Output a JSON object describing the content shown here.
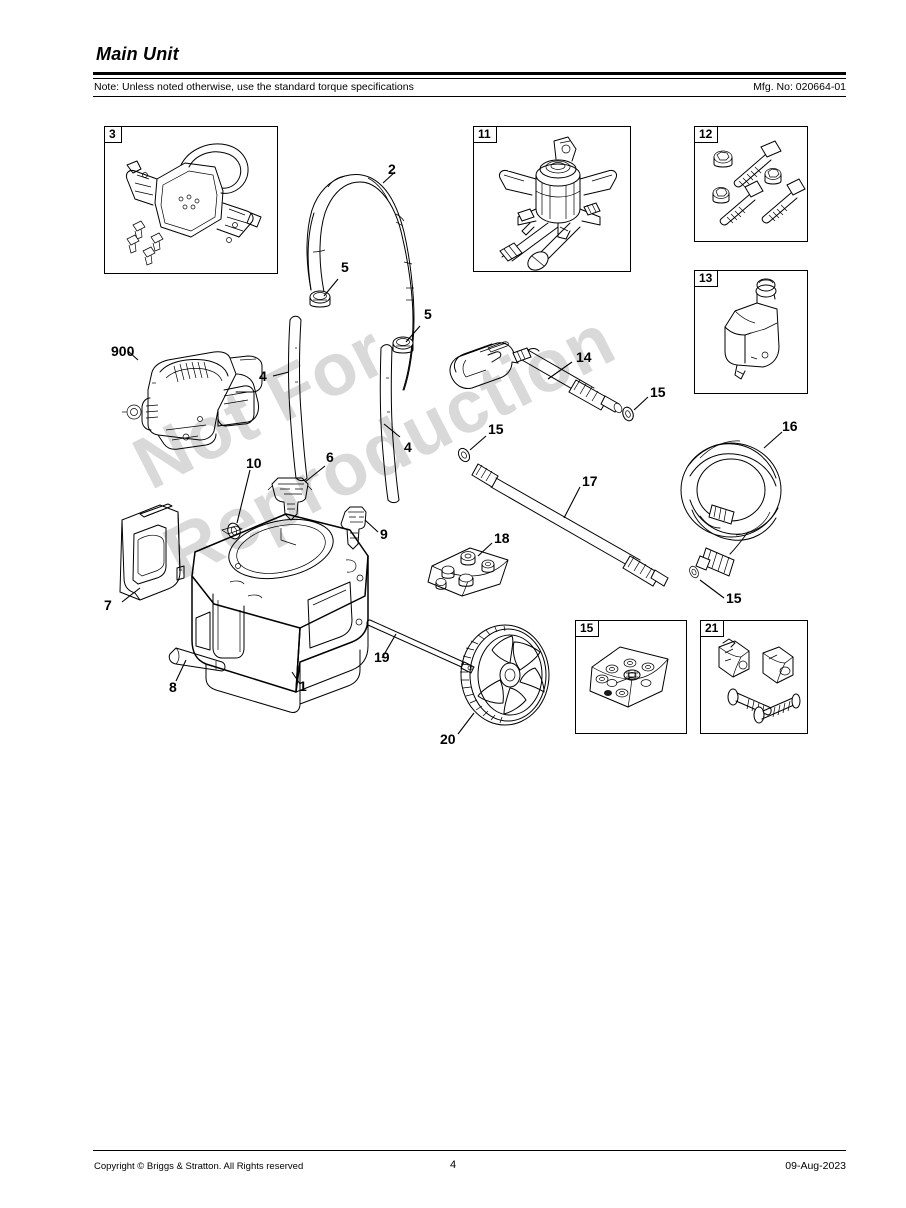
{
  "header": {
    "title": "Main Unit",
    "note": "Note: Unless noted otherwise, use the standard torque specifications",
    "mfg": "Mfg. No: 020664-01"
  },
  "footer": {
    "copyright": "Copyright ©  Briggs & Stratton. All Rights reserved",
    "page": "4",
    "date": "09-Aug-2023"
  },
  "watermark": {
    "line1": "Not For",
    "line2": "Reproduction"
  },
  "inset_boxes": [
    {
      "tag": "3",
      "content": "handle-bracket-assembly-with-bolts"
    },
    {
      "tag": "11",
      "content": "pump-assembly"
    },
    {
      "tag": "12",
      "content": "bolts-and-flange-nuts"
    },
    {
      "tag": "13",
      "content": "detergent-tank-with-cap"
    },
    {
      "tag": "15",
      "content": "o-ring-kit-card"
    },
    {
      "tag": "21",
      "content": "clamps-and-bolts"
    }
  ],
  "callouts": [
    {
      "id": "900",
      "part": "engine-assembly"
    },
    {
      "id": "2",
      "part": "upper-handle"
    },
    {
      "id": "5",
      "part": "handle-end-cap"
    },
    {
      "id": "5",
      "part": "handle-end-cap"
    },
    {
      "id": "4",
      "part": "lower-handle-tube"
    },
    {
      "id": "4",
      "part": "lower-handle-tube"
    },
    {
      "id": "6",
      "part": "handle-plug-upper"
    },
    {
      "id": "9",
      "part": "handle-plug-lower"
    },
    {
      "id": "10",
      "part": "o-ring"
    },
    {
      "id": "7",
      "part": "front-panel"
    },
    {
      "id": "8",
      "part": "base-foot-pad"
    },
    {
      "id": "1",
      "part": "base-shroud"
    },
    {
      "id": "14",
      "part": "spray-gun"
    },
    {
      "id": "15",
      "part": "o-ring"
    },
    {
      "id": "15",
      "part": "o-ring"
    },
    {
      "id": "15",
      "part": "o-ring"
    },
    {
      "id": "16",
      "part": "high-pressure-hose"
    },
    {
      "id": "17",
      "part": "spray-wand-extension"
    },
    {
      "id": "18",
      "part": "nozzle-kit-pouch"
    },
    {
      "id": "19",
      "part": "wheel-axle"
    },
    {
      "id": "20",
      "part": "wheel"
    }
  ]
}
